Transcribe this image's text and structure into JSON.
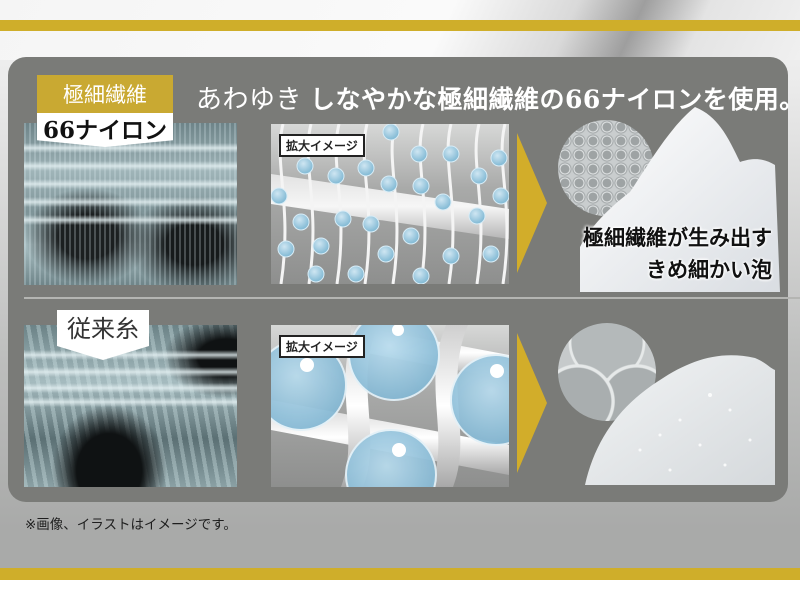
{
  "header": {
    "brand": "あわゆき",
    "headline": "しなやかな極細繊維の66ナイロンを使用。"
  },
  "fine_fiber_row": {
    "badge_top": "極細繊維",
    "badge_bottom": "66ナイロン",
    "zoom_label": "拡大イメージ",
    "caption_line1": "極細繊維が生み出す",
    "caption_line2": "きめ細かい泡"
  },
  "conventional_row": {
    "badge": "従来糸",
    "zoom_label": "拡大イメージ"
  },
  "footnote": "※画像、イラストはイメージです。",
  "colors": {
    "gold": "#cfae2a",
    "panel": "#7a7b78",
    "bubble": "#9cc7dd",
    "badge_white": "#ffffff"
  }
}
